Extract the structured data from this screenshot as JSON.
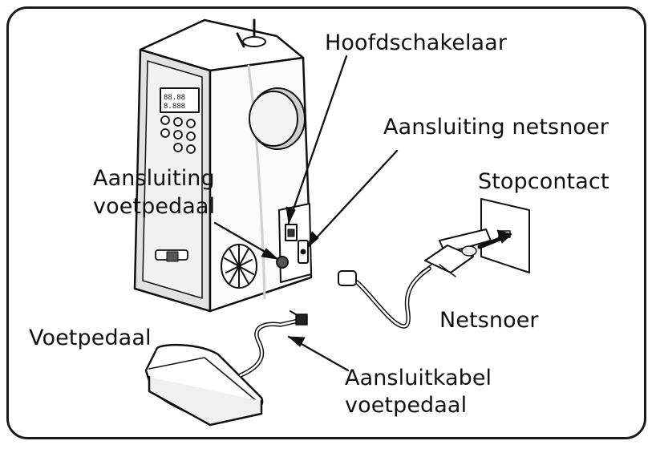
{
  "labels": {
    "main_switch": "Hoofdschakelaar",
    "power_socket": "Aansluiting netsnoer",
    "pedal_socket_line1": "Aansluiting",
    "pedal_socket_line2": "voetpedaal",
    "wall_outlet": "Stopcontact",
    "power_cord": "Netsnoer",
    "foot_pedal": "Voetpedaal",
    "pedal_cable_line1": "Aansluitkabel",
    "pedal_cable_line2": "voetpedaal"
  },
  "colors": {
    "ink": "#111111",
    "frame": "#1a1a1a"
  }
}
